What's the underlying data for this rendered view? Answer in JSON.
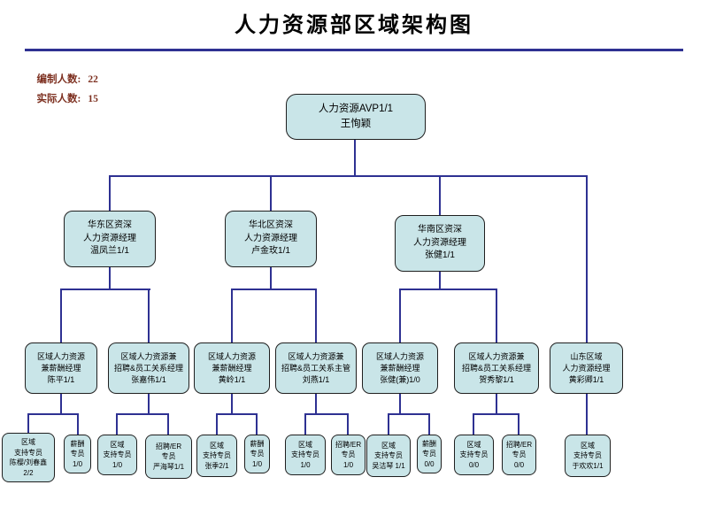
{
  "title": "人力资源部区域架构图",
  "stats": [
    {
      "label": "编制人数:",
      "value": "22"
    },
    {
      "label": "实际人数:",
      "value": "15"
    }
  ],
  "colors": {
    "box_fill": "#c9e5e8",
    "box_border": "#1f1f1f",
    "connector": "#2e3192",
    "stats_text": "#7d3020"
  },
  "nodes": {
    "avp": {
      "lines": [
        "人力资源AVP1/1",
        "王恂颖"
      ]
    },
    "east": {
      "lines": [
        "华东区资深",
        "人力资源经理",
        "温凤兰1/1"
      ]
    },
    "north": {
      "lines": [
        "华北区资深",
        "人力资源经理",
        "卢金玫1/1"
      ]
    },
    "south": {
      "lines": [
        "华南区资深",
        "人力资源经理",
        "张健1/1"
      ]
    },
    "m1": {
      "lines": [
        "区域人力资源",
        "兼薪酬经理",
        "陈平1/1"
      ]
    },
    "m2": {
      "lines": [
        "区域人力资源兼",
        "招聘&员工关系经理",
        "张嘉伟1/1"
      ]
    },
    "m3": {
      "lines": [
        "区域人力资源",
        "兼薪酬经理",
        "黄岭1/1"
      ]
    },
    "m4": {
      "lines": [
        "区域人力资源兼",
        "招聘&员工关系主管",
        "刘燕1/1"
      ]
    },
    "m5": {
      "lines": [
        "区域人力资源",
        "兼薪酬经理",
        "张健(兼)1/0"
      ]
    },
    "m6": {
      "lines": [
        "区域人力资源兼",
        "招聘&员工关系经理",
        "贺秀黎1/1"
      ]
    },
    "m7": {
      "lines": [
        "山东区域",
        "人力资源经理",
        "黄彩卿1/1"
      ]
    },
    "s1": {
      "lines": [
        "区域",
        "支持专员",
        "陈樱/刘春鑫",
        "2/2"
      ]
    },
    "s2": {
      "lines": [
        "薪酬",
        "专员",
        "1/0"
      ]
    },
    "s3": {
      "lines": [
        "区域",
        "支持专员",
        "1/0"
      ]
    },
    "s4": {
      "lines": [
        "招聘/ER",
        "专员",
        "严海琴1/1"
      ]
    },
    "s5": {
      "lines": [
        "区域",
        "支持专员",
        "张季2/1"
      ]
    },
    "s6": {
      "lines": [
        "薪酬",
        "专员",
        "1/0"
      ]
    },
    "s7": {
      "lines": [
        "区域",
        "支持专员",
        "1/0"
      ]
    },
    "s8": {
      "lines": [
        "招聘/ER",
        "专员",
        "1/0"
      ]
    },
    "s9": {
      "lines": [
        "区域",
        "支持专员",
        "吴洁琴 1/1"
      ]
    },
    "s10": {
      "lines": [
        "薪酬",
        "专员",
        "0/0"
      ]
    },
    "s11": {
      "lines": [
        "区域",
        "支持专员",
        "0/0"
      ]
    },
    "s12": {
      "lines": [
        "招聘/ER",
        "专员",
        "0/0"
      ]
    },
    "s13": {
      "lines": [
        "区域",
        "支持专员",
        "于欢欢1/1"
      ]
    }
  }
}
